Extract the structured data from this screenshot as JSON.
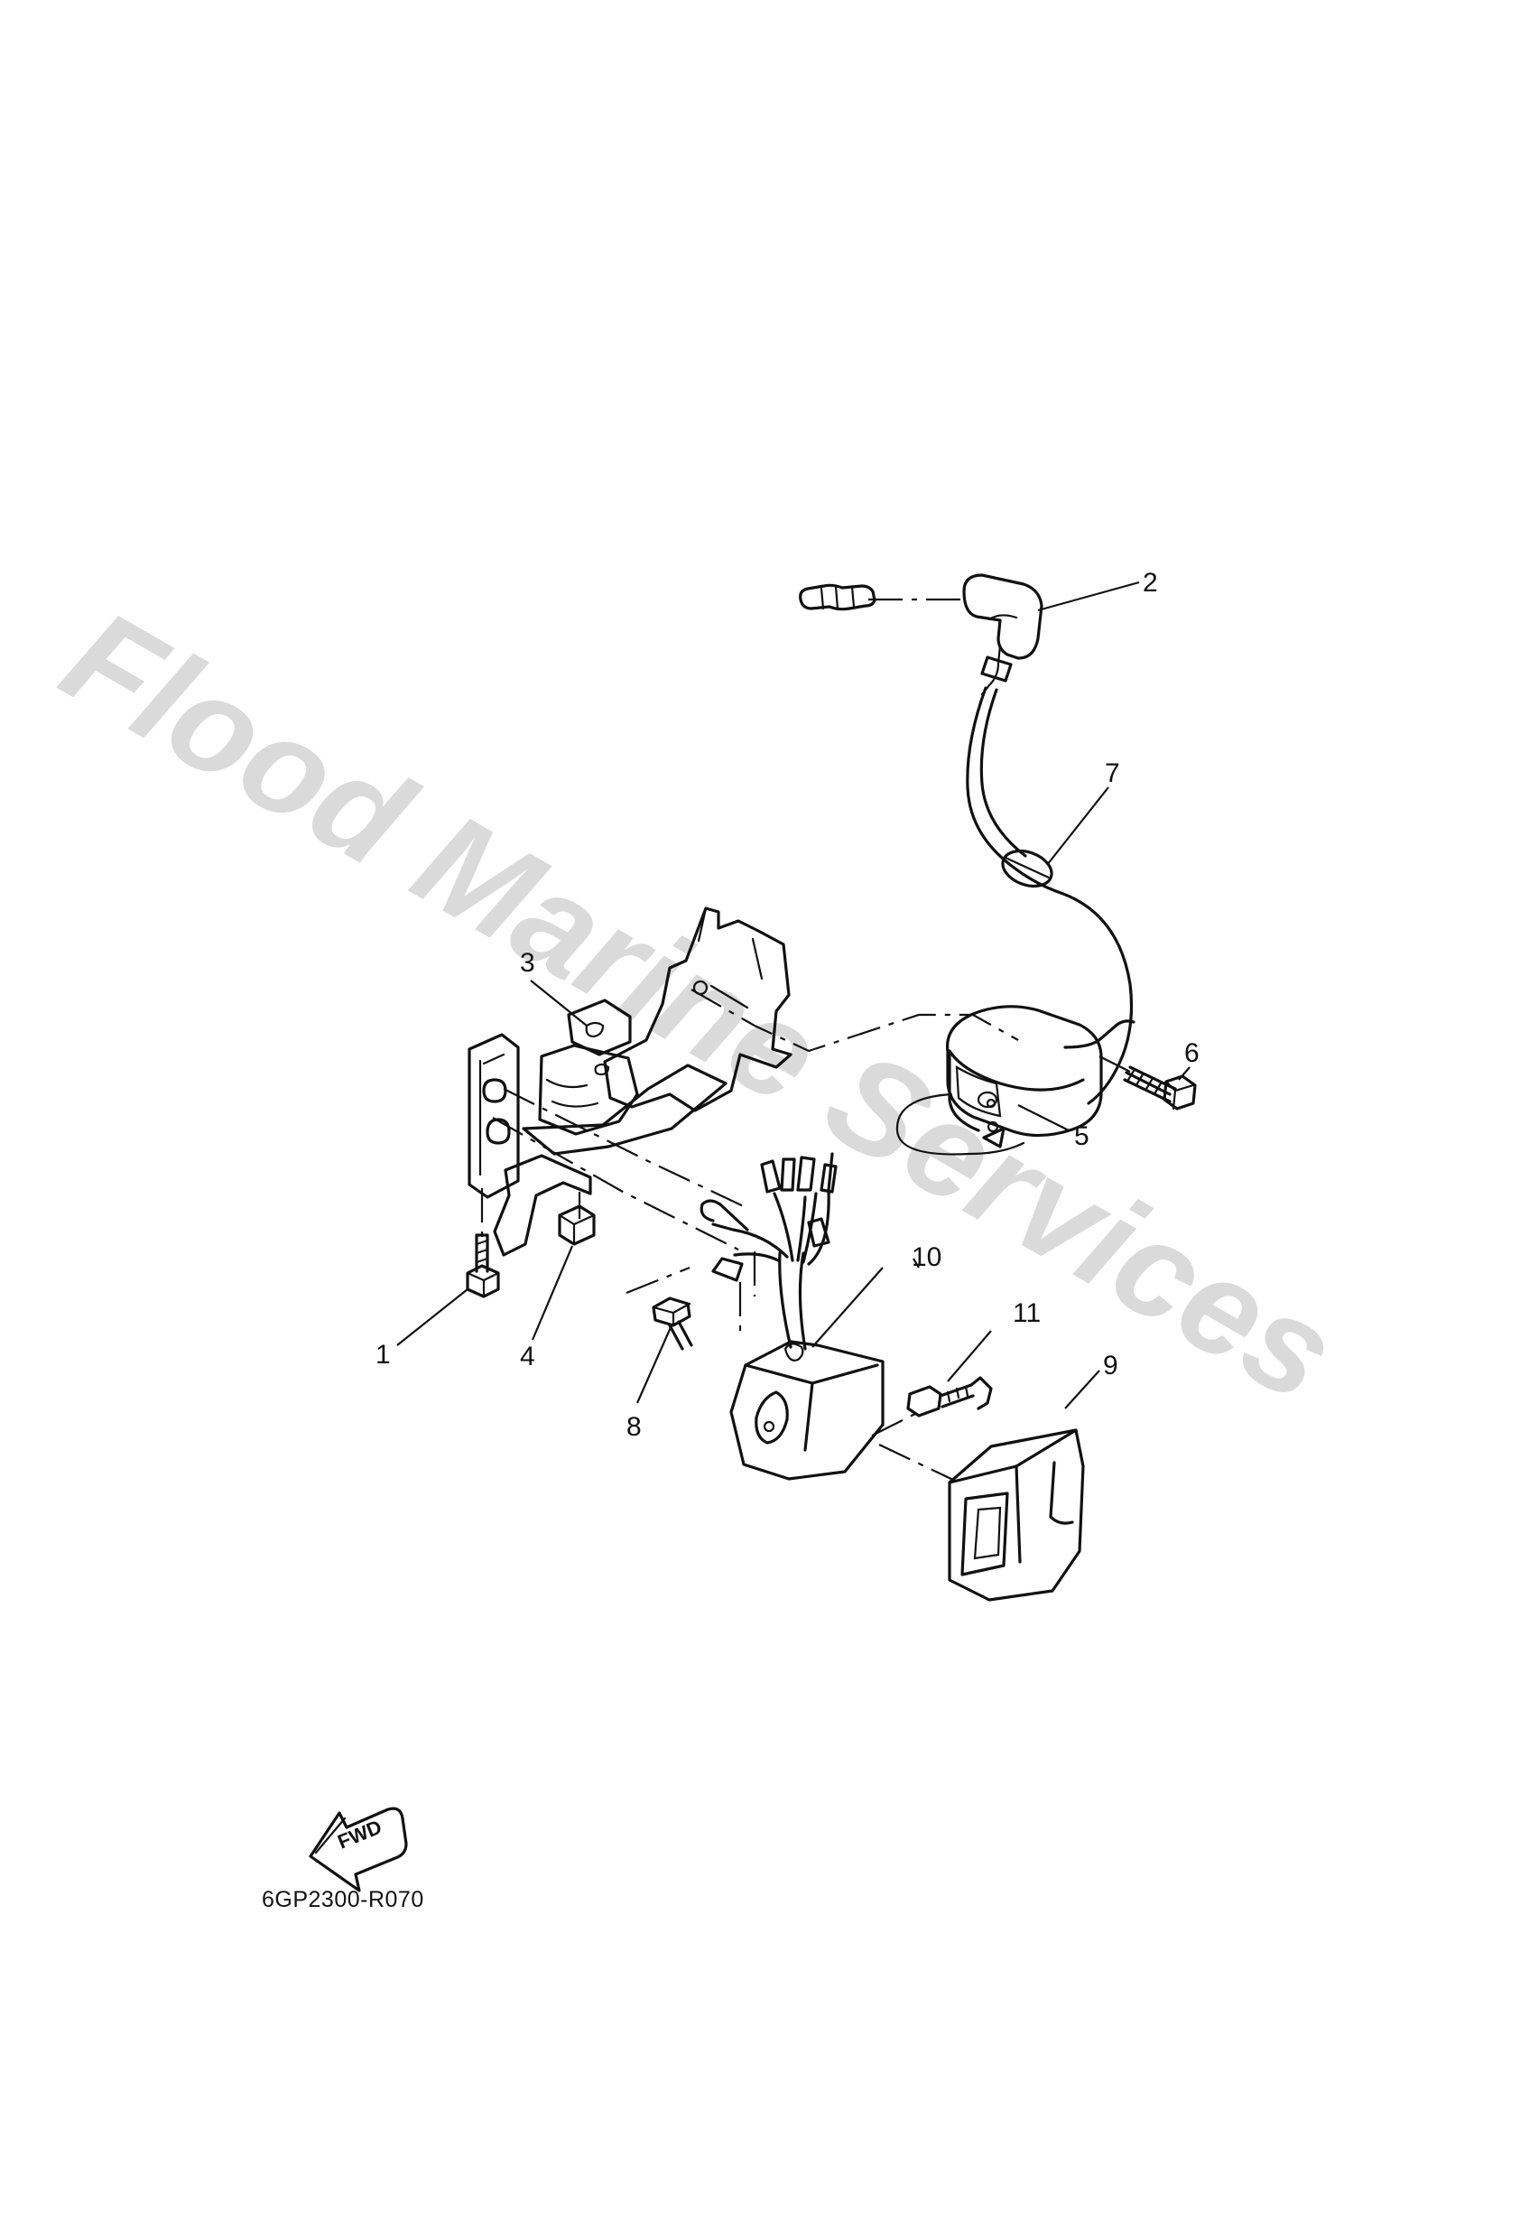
{
  "watermark": {
    "text": "Flood Marine Services",
    "color": "#d9d9d9"
  },
  "callouts": [
    {
      "id": "1",
      "label": "1"
    },
    {
      "id": "2",
      "label": "2"
    },
    {
      "id": "3",
      "label": "3"
    },
    {
      "id": "4",
      "label": "4"
    },
    {
      "id": "5",
      "label": "5"
    },
    {
      "id": "6",
      "label": "6"
    },
    {
      "id": "7",
      "label": "7"
    },
    {
      "id": "8",
      "label": "8"
    },
    {
      "id": "9",
      "label": "9"
    },
    {
      "id": "10",
      "label": "10"
    },
    {
      "id": "11",
      "label": "11"
    }
  ],
  "fwd_arrow": {
    "label": "FWD"
  },
  "diagram_code": "6GP2300-R070"
}
